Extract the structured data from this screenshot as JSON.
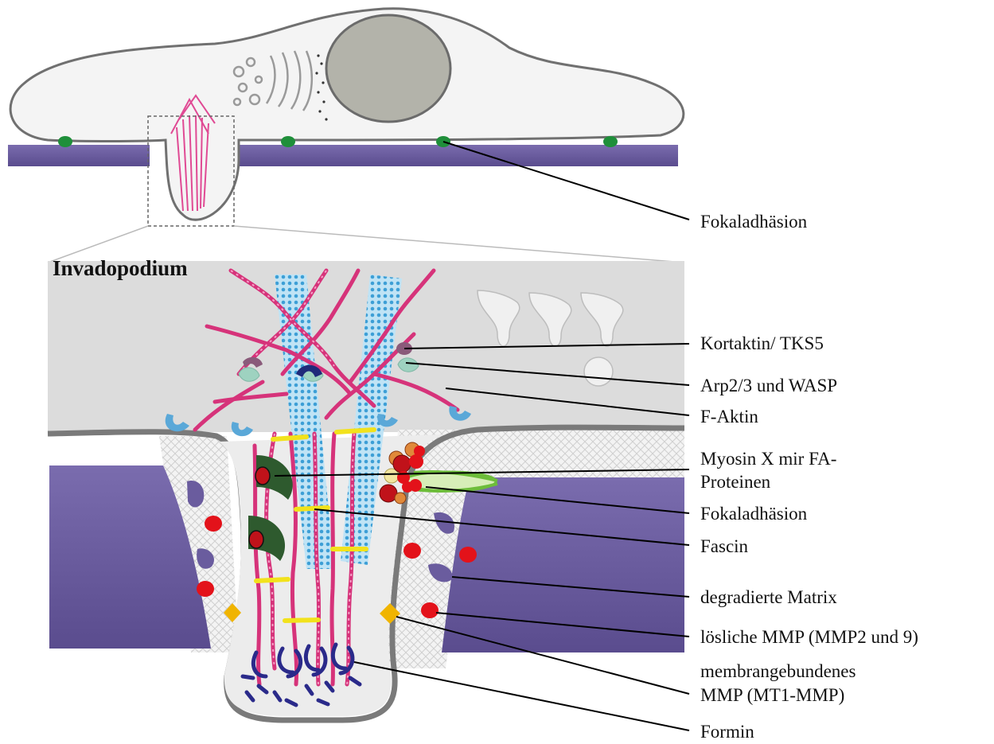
{
  "title": "Invadopodium",
  "labels": {
    "focal_adhesion_top": "Fokaladhäsion",
    "cortactin": "Kortaktin/ TKS5",
    "arp": "Arp2/3 und WASP",
    "factin": "F-Aktin",
    "myosin_line1": "Myosin X mir FA-",
    "myosin_line2": "Proteinen",
    "focal_adhesion_bottom": "Fokaladhäsion",
    "fascin": "Fascin",
    "matrix": "degradierte Matrix",
    "soluble_mmp": "lösliche MMP (MMP2 und 9)",
    "membrane_mmp_line1": "membrangebundenes",
    "membrane_mmp_line2": "MMP (MT1-MMP)",
    "formin": "Formin"
  },
  "colors": {
    "matrix": "#6a5c9e",
    "cell": "#f2f2f2",
    "cell_outline": "#6b6b6b",
    "actin": "#d6337a",
    "microtubule": "#4aa6d8",
    "fascin": "#f2e21c",
    "mmp_soluble": "#e3121a",
    "mmp_membrane": "#f0b400",
    "myosin": "#2e5a2e",
    "focal_adhesion": "#1f8f3a",
    "formin": "#2a2a8a",
    "nucleus": "#b0b0a8"
  }
}
